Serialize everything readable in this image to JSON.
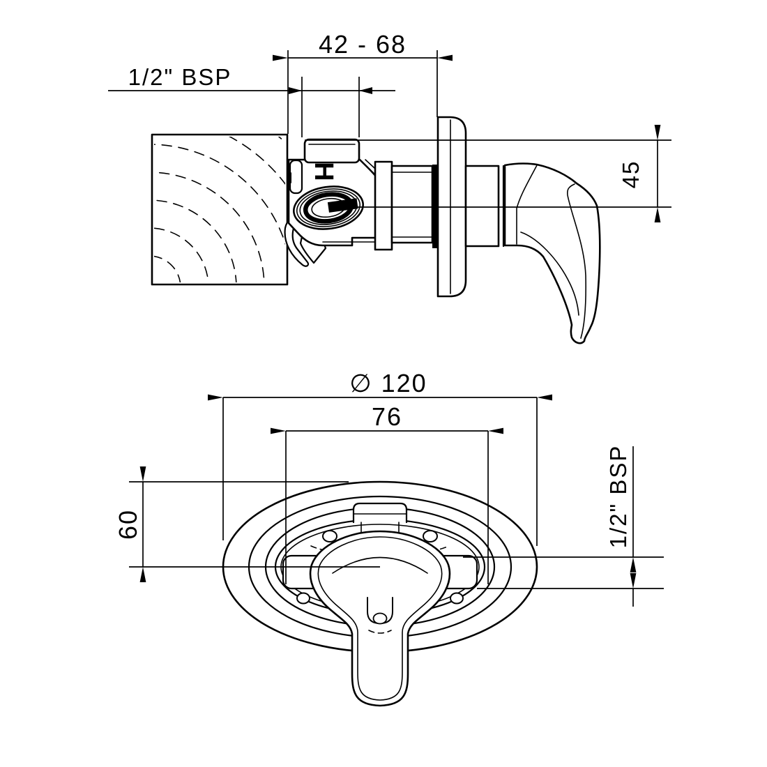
{
  "colors": {
    "ink": "#000000",
    "paper": "#ffffff"
  },
  "side_view": {
    "dim_span": "42 - 68",
    "dim_thread": "1/2\" BSP",
    "dim_height": "45",
    "hot_marker": "H"
  },
  "front_view": {
    "dim_diameter": "∅ 120",
    "dim_width": "76",
    "dim_offset": "60",
    "dim_thread": "1/2\" BSP"
  }
}
